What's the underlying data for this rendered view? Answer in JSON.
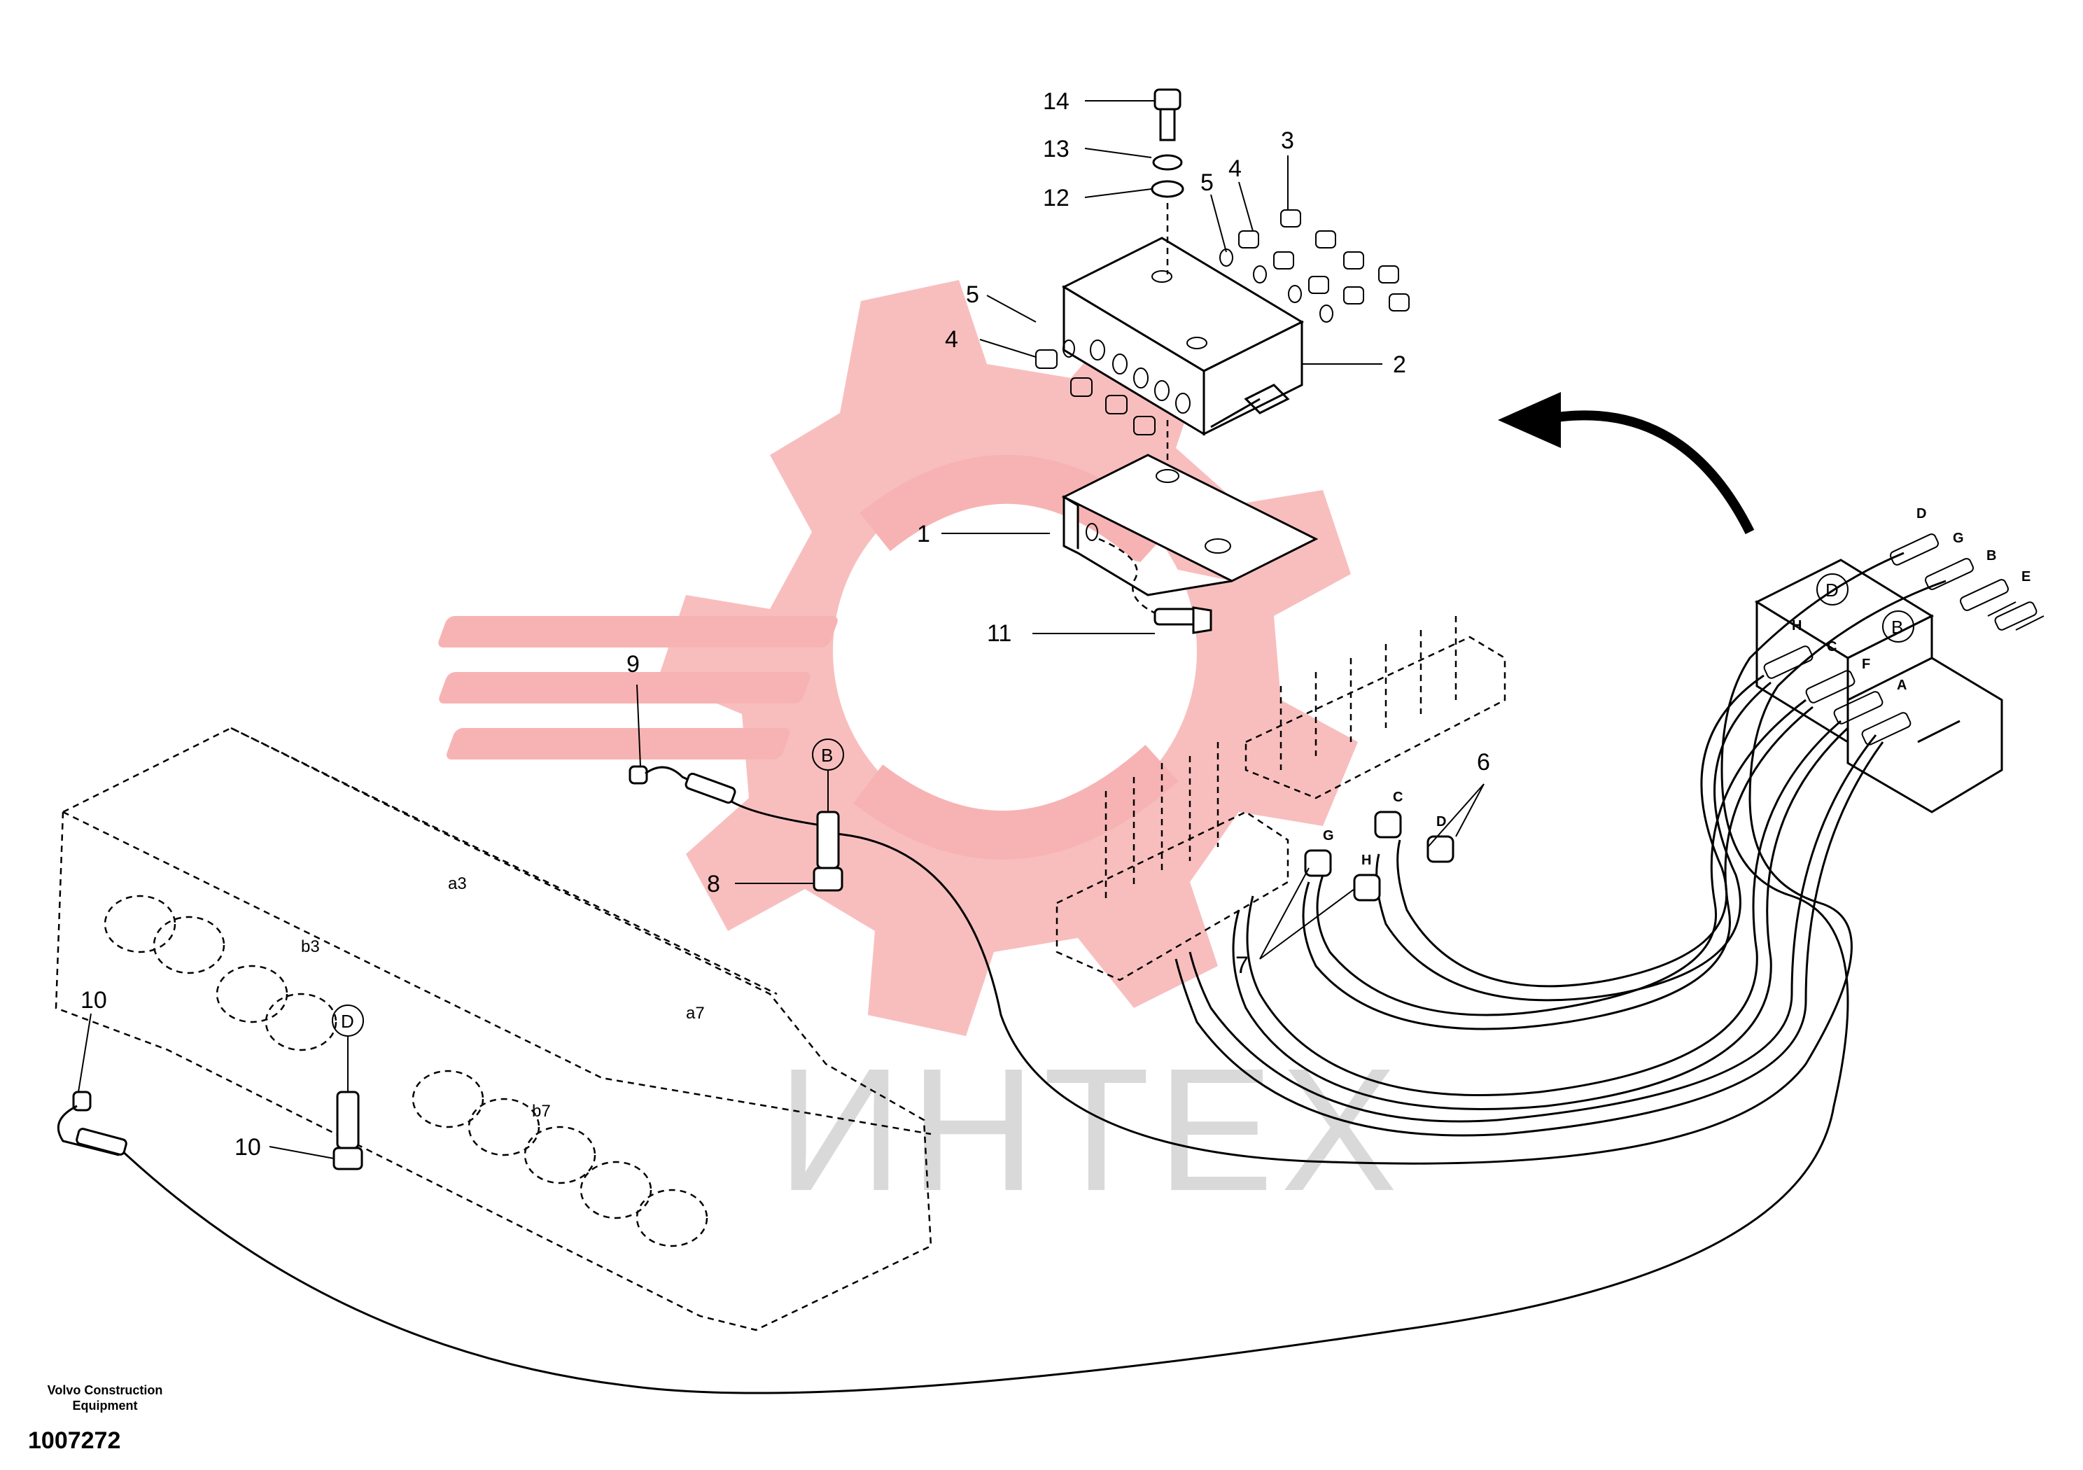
{
  "watermark": {
    "text": "ИНТЕХ",
    "gear_color": "#f4a0a0"
  },
  "callouts": [
    "14",
    "13",
    "12",
    "5",
    "4",
    "3",
    "5",
    "4",
    "2",
    "1",
    "11",
    "9",
    "8",
    "10",
    "10",
    "6",
    "7"
  ],
  "port_letters_right": [
    "D",
    "G",
    "B",
    "E",
    "H",
    "C",
    "F",
    "A"
  ],
  "port_letters_mid": [
    "C",
    "D",
    "G",
    "H"
  ],
  "ring_labels": {
    "b_small": "B",
    "d_small": "D",
    "d_valve": "D",
    "b_valve": "B"
  },
  "group_labels": {
    "a3": "a3",
    "b3": "b3",
    "a7": "a7",
    "b7": "b7"
  },
  "footer": {
    "company": "Volvo Construction Equipment",
    "doc_number": "1007272"
  }
}
